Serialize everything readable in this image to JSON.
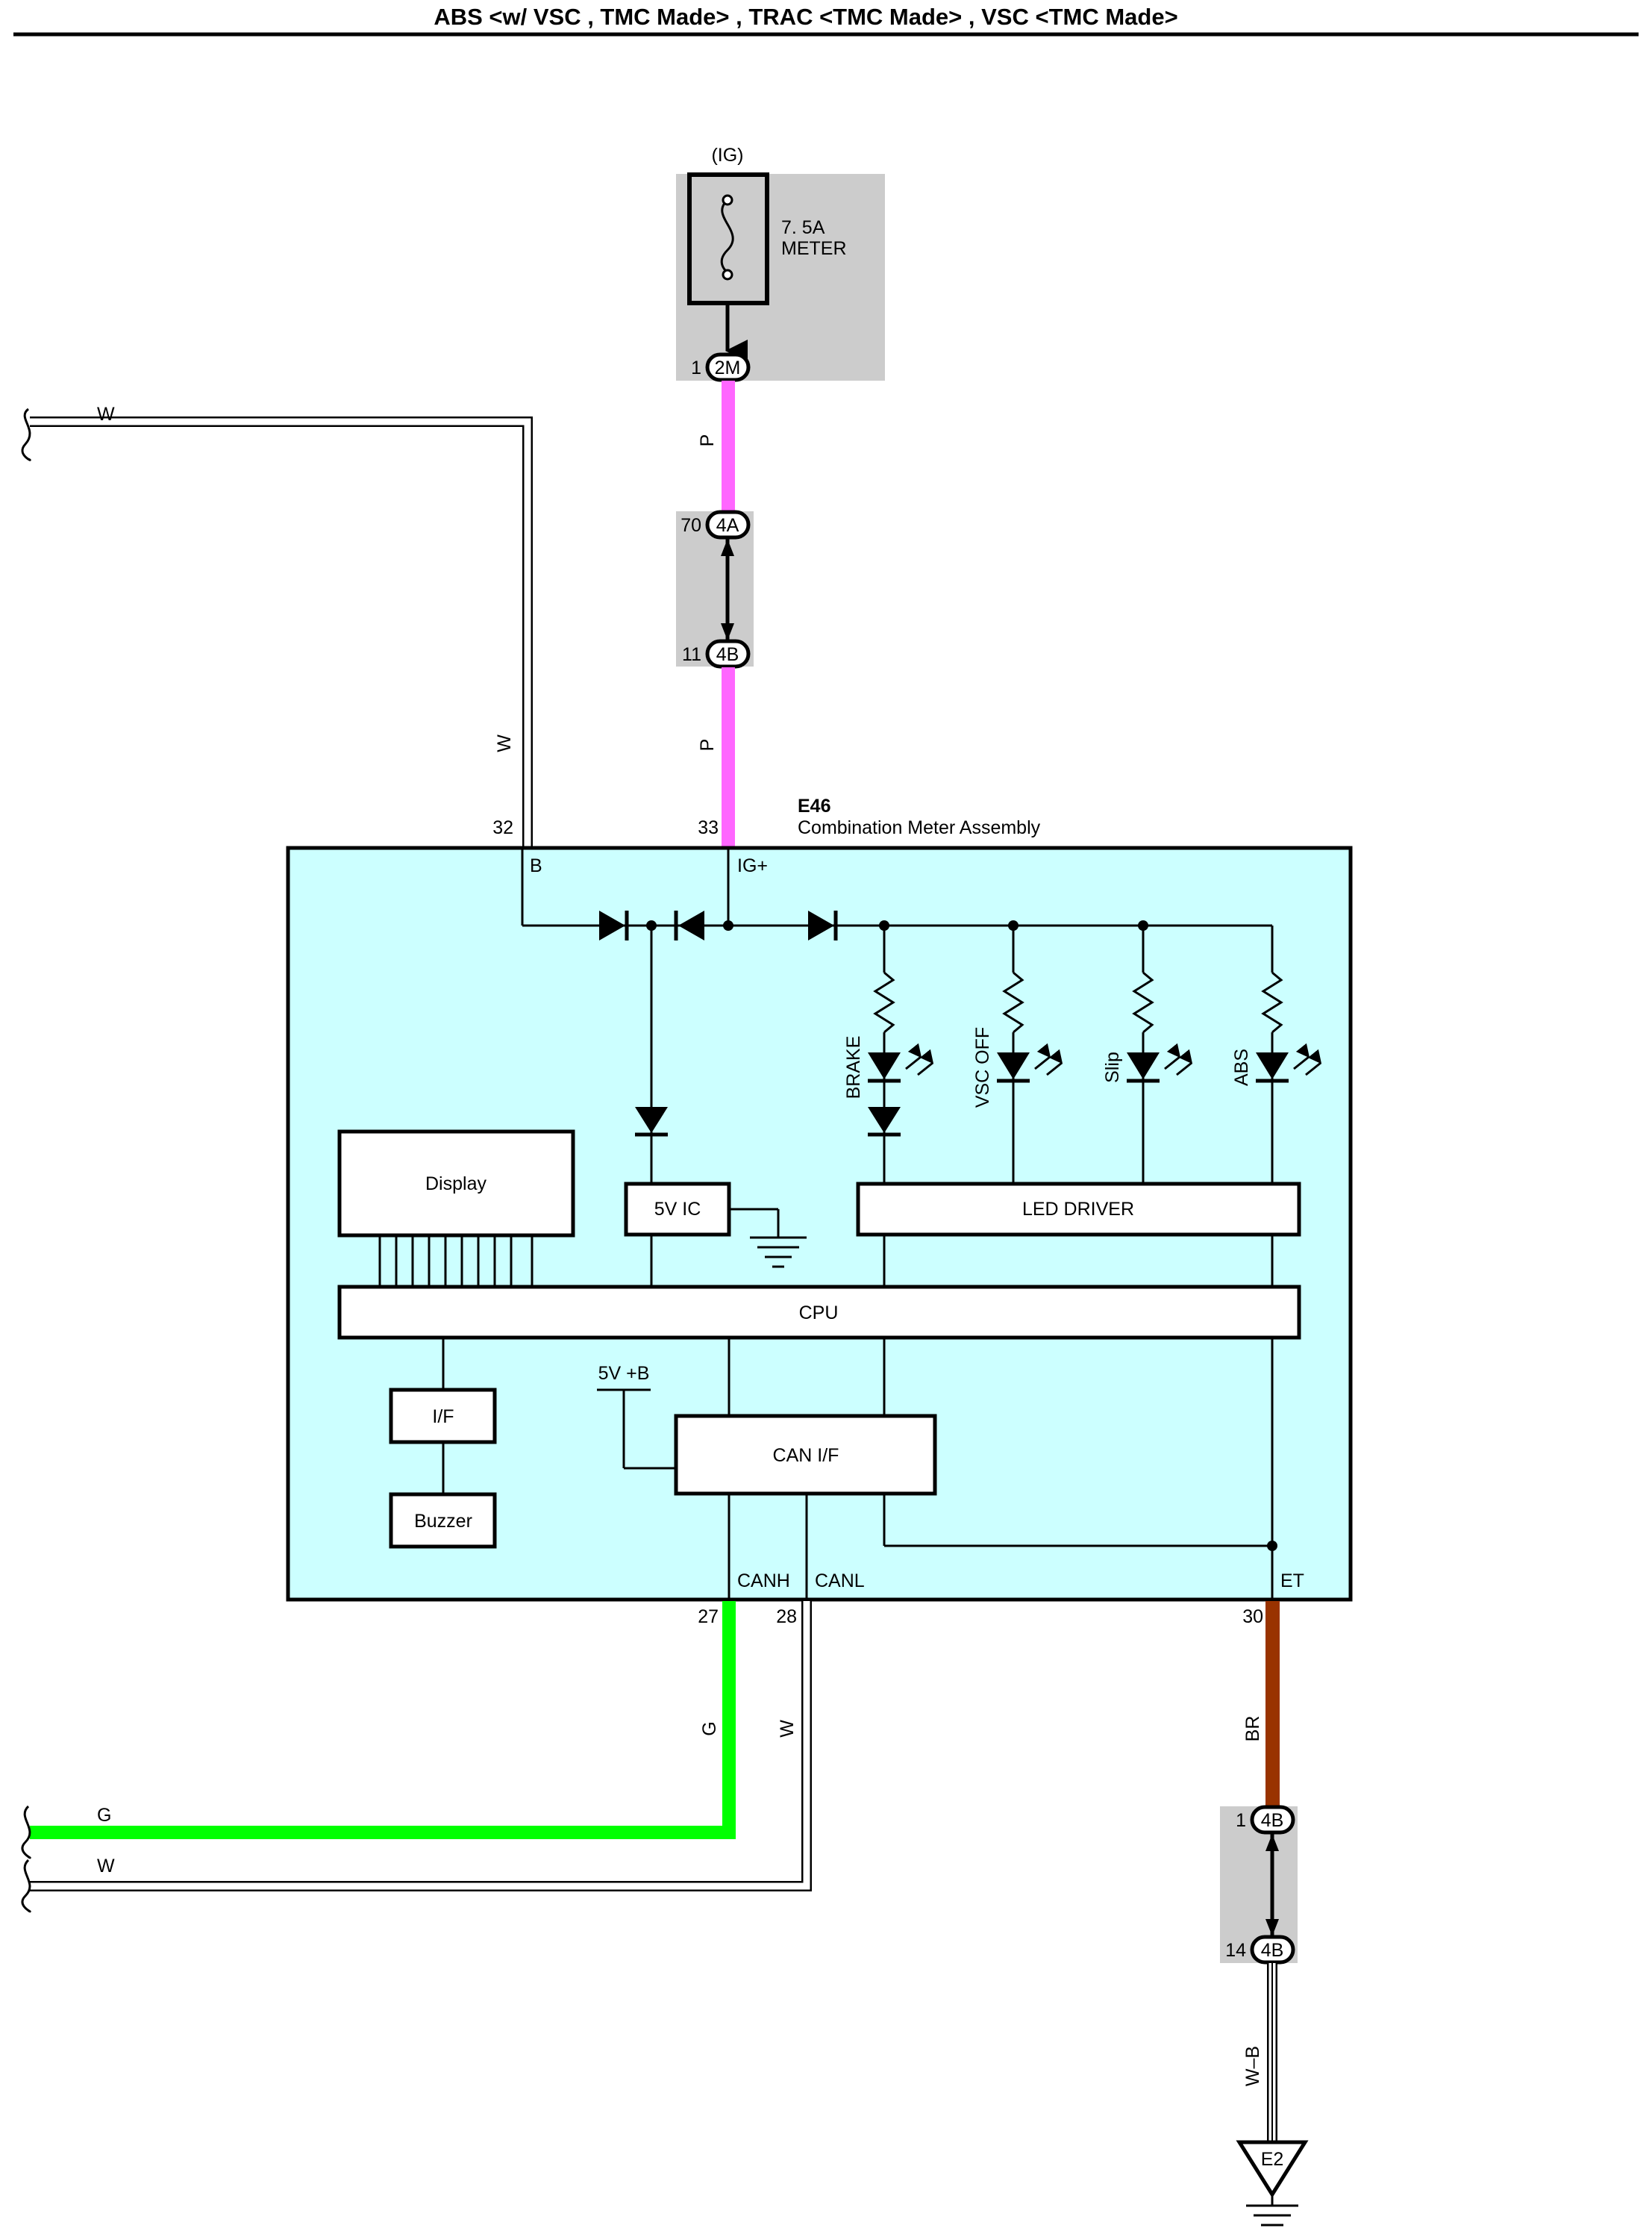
{
  "title": "ABS <w/ VSC , TMC Made> , TRAC <TMC Made> , VSC <TMC Made>",
  "colors": {
    "meter_bg": "#ccffff",
    "connector_bg": "#cccccc",
    "wire_p": "#ff66ff",
    "wire_g": "#00ff00",
    "wire_br": "#993300",
    "wire_w": "#ffffff"
  },
  "fuse": {
    "supply": "(IG)",
    "rating": "7. 5A",
    "name": "METER"
  },
  "connectors": {
    "c2m": {
      "pin": "1",
      "code": "2M"
    },
    "c4a": {
      "pin": "70",
      "code": "4A"
    },
    "c4b_top": {
      "pin": "11",
      "code": "4B"
    },
    "c4b_br": {
      "pin": "1",
      "code": "4B"
    },
    "c4b_bottom": {
      "pin": "14",
      "code": "4B"
    }
  },
  "wires": {
    "w_top": "W",
    "w_left_vertical": "W",
    "p_upper": "P",
    "p_lower": "P",
    "g_vertical": "G",
    "w_vertical": "W",
    "br_vertical": "BR",
    "g_horizontal": "G",
    "w_horizontal": "W",
    "wb_vertical": "W–B"
  },
  "meter": {
    "code": "E46",
    "name": "Combination Meter Assembly",
    "pins": {
      "b": "32",
      "ig": "33",
      "canh": "27",
      "canl": "28",
      "et": "30"
    },
    "terminals": {
      "b": "B",
      "ig": "IG+",
      "canh": "CANH",
      "canl": "CANL",
      "et": "ET"
    },
    "blocks": {
      "display": "Display",
      "ic5v": "5V IC",
      "led_driver": "LED DRIVER",
      "cpu": "CPU",
      "interface": "I/F",
      "buzzer": "Buzzer",
      "can_if": "CAN I/F",
      "supply_5v": "5V +B"
    },
    "lamps": [
      "BRAKE",
      "VSC OFF",
      "Slip",
      "ABS"
    ]
  },
  "ground": {
    "code": "E2"
  }
}
